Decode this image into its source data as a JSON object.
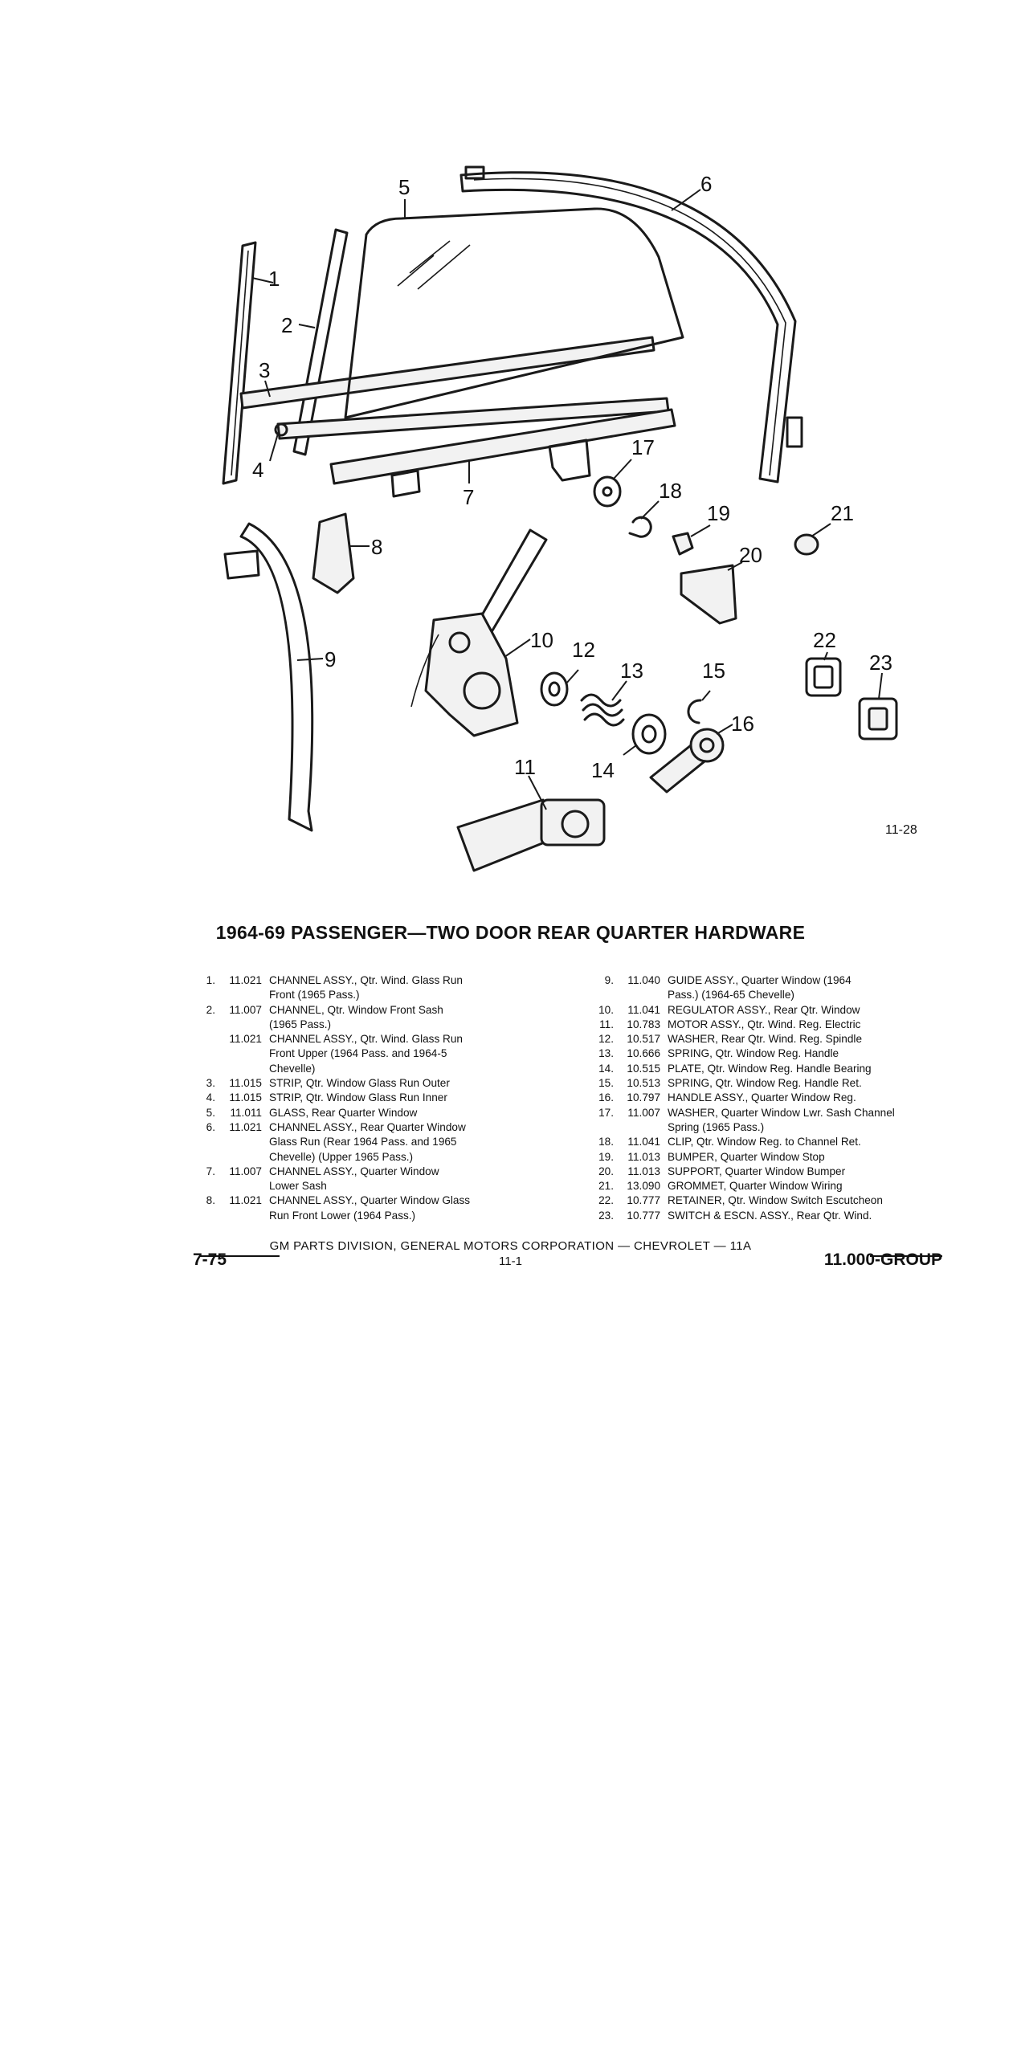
{
  "figure": {
    "callouts": [
      "1",
      "2",
      "3",
      "4",
      "5",
      "6",
      "7",
      "8",
      "9",
      "10",
      "11",
      "12",
      "13",
      "14",
      "15",
      "16",
      "17",
      "18",
      "19",
      "20",
      "21",
      "22",
      "23"
    ],
    "reference": "11-28"
  },
  "title": "1964-69 PASSENGER—TWO DOOR REAR QUARTER HARDWARE",
  "parts_left": [
    {
      "num": "1.",
      "code": "11.021",
      "desc": "CHANNEL ASSY., Qtr. Wind. Glass Run\nFront (1965 Pass.)"
    },
    {
      "num": "2.",
      "code": "11.007",
      "desc": "CHANNEL, Qtr. Window Front Sash\n(1965 Pass.)"
    },
    {
      "num": "",
      "code": "11.021",
      "desc": "CHANNEL ASSY., Qtr. Wind. Glass Run\nFront Upper (1964 Pass. and 1964-5\nChevelle)"
    },
    {
      "num": "3.",
      "code": "11.015",
      "desc": "STRIP, Qtr. Window Glass Run Outer"
    },
    {
      "num": "4.",
      "code": "11.015",
      "desc": "STRIP, Qtr. Window Glass Run Inner"
    },
    {
      "num": "5.",
      "code": "11.011",
      "desc": "GLASS, Rear Quarter Window"
    },
    {
      "num": "6.",
      "code": "11.021",
      "desc": "CHANNEL ASSY.,  Rear Quarter Window\nGlass Run (Rear 1964 Pass. and 1965\nChevelle) (Upper 1965 Pass.)"
    },
    {
      "num": "7.",
      "code": "11.007",
      "desc": "CHANNEL ASSY., Quarter Window\nLower Sash"
    },
    {
      "num": "8.",
      "code": "11.021",
      "desc": "CHANNEL ASSY., Quarter Window Glass\nRun Front Lower (1964 Pass.)"
    }
  ],
  "parts_right": [
    {
      "num": "9.",
      "code": "11.040",
      "desc": "GUIDE ASSY., Quarter Window (1964\nPass.) (1964-65 Chevelle)"
    },
    {
      "num": "10.",
      "code": "11.041",
      "desc": "REGULATOR ASSY., Rear Qtr. Window"
    },
    {
      "num": "11.",
      "code": "10.783",
      "desc": "MOTOR ASSY., Qtr. Wind. Reg. Electric"
    },
    {
      "num": "12.",
      "code": "10.517",
      "desc": "WASHER, Rear Qtr. Wind. Reg. Spindle"
    },
    {
      "num": "13.",
      "code": "10.666",
      "desc": "SPRING, Qtr. Window Reg. Handle"
    },
    {
      "num": "14.",
      "code": "10.515",
      "desc": "PLATE, Qtr. Window Reg. Handle Bearing"
    },
    {
      "num": "15.",
      "code": "10.513",
      "desc": "SPRING, Qtr. Window Reg. Handle Ret."
    },
    {
      "num": "16.",
      "code": "10.797",
      "desc": "HANDLE ASSY., Quarter Window Reg."
    },
    {
      "num": "17.",
      "code": "11.007",
      "desc": "WASHER, Quarter Window Lwr. Sash Channel\nSpring (1965 Pass.)"
    },
    {
      "num": "18.",
      "code": "11.041",
      "desc": "CLIP, Qtr. Window Reg. to Channel Ret."
    },
    {
      "num": "19.",
      "code": "11.013",
      "desc": "BUMPER, Quarter Window Stop"
    },
    {
      "num": "20.",
      "code": "11.013",
      "desc": "SUPPORT, Quarter Window Bumper"
    },
    {
      "num": "21.",
      "code": "13.090",
      "desc": "GROMMET, Quarter Window Wiring"
    },
    {
      "num": "22.",
      "code": "10.777",
      "desc": "RETAINER, Qtr. Window Switch Escutcheon"
    },
    {
      "num": "23.",
      "code": "10.777",
      "desc": "SWITCH & ESCN. ASSY., Rear Qtr. Wind."
    }
  ],
  "footer": {
    "division": "GM PARTS DIVISION, GENERAL MOTORS CORPORATION — CHEVROLET — 11A",
    "left": "7-75",
    "center": "11-1",
    "right": "11.000-GROUP"
  }
}
